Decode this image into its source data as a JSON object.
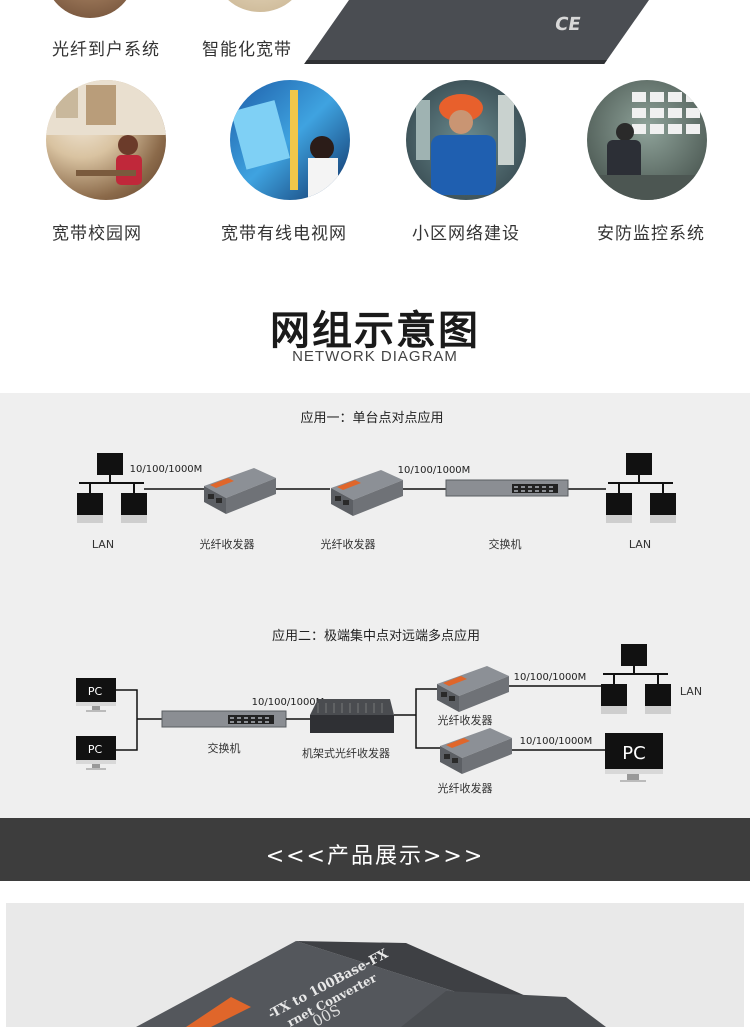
{
  "top": {
    "labels": [
      "光纤到户系统",
      "智能化宽带"
    ],
    "ce_mark": "CE"
  },
  "applications": [
    {
      "label": "宽带校园网"
    },
    {
      "label": "宽带有线电视网"
    },
    {
      "label": "小区网络建设"
    },
    {
      "label": "安防监控系统"
    }
  ],
  "section": {
    "title": "网组示意图",
    "subtitle": "NETWORK DIAGRAM"
  },
  "diagram1": {
    "title": "应用一：单台点对点应用",
    "speed_left": "10/100/1000M",
    "speed_right": "10/100/1000M",
    "labels": [
      "LAN",
      "光纤收发器",
      "光纤收发器",
      "交换机",
      "LAN"
    ]
  },
  "diagram2": {
    "title": "应用二：极端集中点对远端多点应用",
    "pc_label": "PC",
    "speed_switch": "10/100/1000M",
    "speed_top": "10/100/1000M",
    "speed_bottom": "10/100/1000M",
    "switch_label": "交换机",
    "rack_label": "机架式光纤收发器",
    "converter_top_label": "光纤收发器",
    "converter_bottom_label": "光纤收发器",
    "lan_label": "LAN"
  },
  "banner": {
    "text": "<<<产品展示>>>"
  },
  "product": {
    "text_line1": "-TX to 100Base-FX",
    "text_line2": "rnet Converter",
    "model": "00S"
  },
  "colors": {
    "diagram_bg": "#efefef",
    "banner_bg": "#3d3d3d",
    "device_gray": "#6b6e73",
    "brand_orange": "#e0662a"
  }
}
